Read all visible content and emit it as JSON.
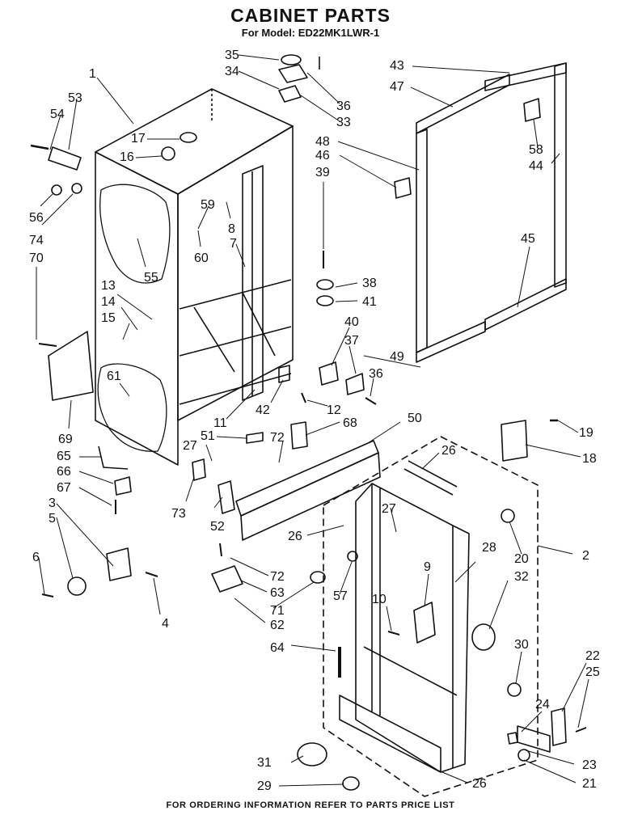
{
  "header": {
    "title": "CABINET PARTS",
    "subtitle": "For Model: ED22MK1LWR-1"
  },
  "footer": {
    "note": "FOR ORDERING INFORMATION REFER TO PARTS PRICE LIST"
  },
  "callouts": [
    "35",
    "34",
    "36",
    "33",
    "43",
    "47",
    "1",
    "53",
    "54",
    "17",
    "16",
    "48",
    "46",
    "58",
    "44",
    "39",
    "59",
    "8",
    "7",
    "56",
    "74",
    "70",
    "55",
    "60",
    "45",
    "38",
    "41",
    "13",
    "14",
    "15",
    "40",
    "37",
    "49",
    "36",
    "61",
    "42",
    "12",
    "11",
    "68",
    "50",
    "69",
    "51",
    "27",
    "72",
    "19",
    "26",
    "18",
    "65",
    "66",
    "67",
    "3",
    "5",
    "73",
    "52",
    "27",
    "26",
    "20",
    "2",
    "6",
    "72",
    "63",
    "71",
    "57",
    "9",
    "28",
    "32",
    "4",
    "62",
    "10",
    "64",
    "30",
    "22",
    "25",
    "24",
    "31",
    "23",
    "29",
    "26",
    "21"
  ]
}
